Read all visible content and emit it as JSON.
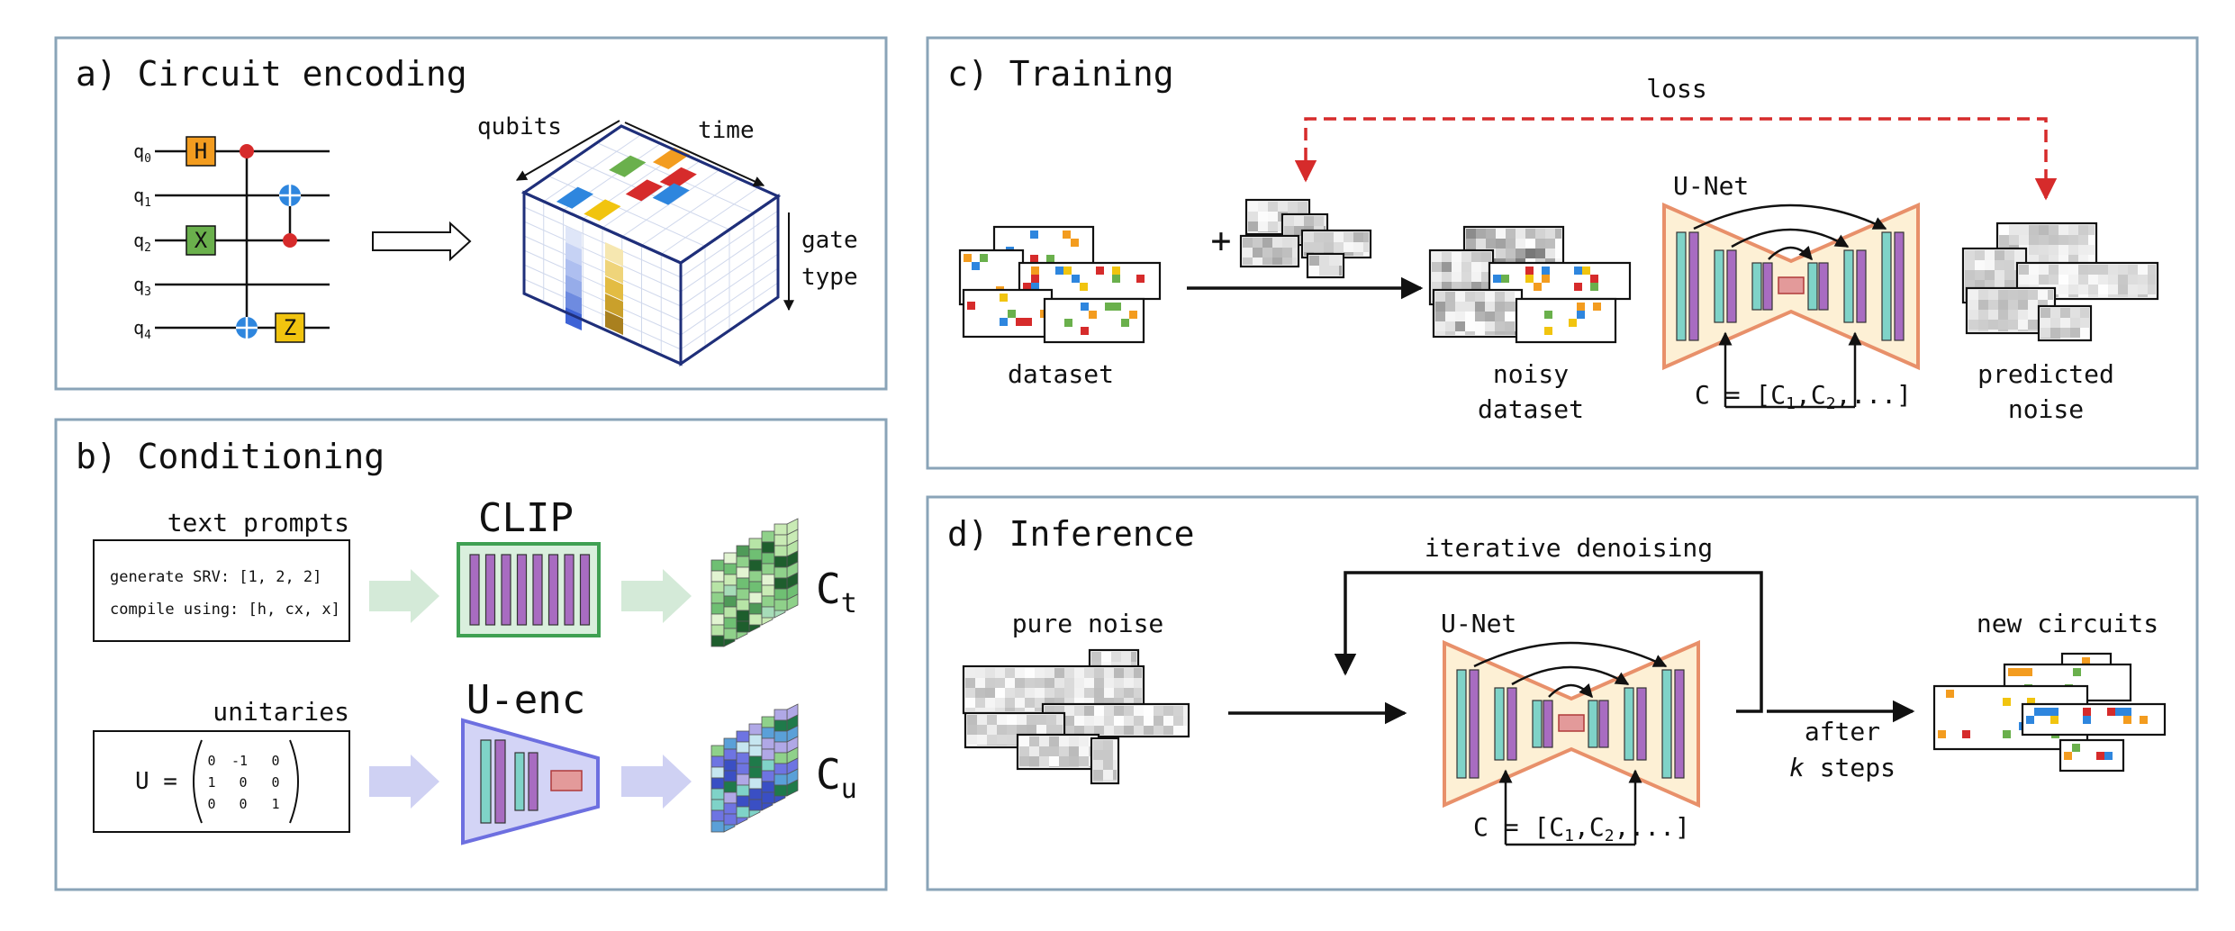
{
  "panels": {
    "a": {
      "title": "a) Circuit encoding",
      "qubits": [
        "q0",
        "q1",
        "q2",
        "q3",
        "q4"
      ],
      "gates": [
        "H",
        "X",
        "Z"
      ],
      "axis_qubits": "qubits",
      "axis_time": "time",
      "axis_gate_type_1": "gate",
      "axis_gate_type_2": "type"
    },
    "b": {
      "title": "b) Conditioning",
      "text_prompts_label": "text prompts",
      "prompt_line_1": "generate SRV: [1, 2, 2]",
      "prompt_line_2": "compile using: [h, cx, x]",
      "clip_label": "CLIP",
      "ct_main": "C",
      "ct_sub": "t",
      "unitaries_label": "unitaries",
      "u_lhs": "U =",
      "matrix": [
        [
          "0",
          "-1",
          "0"
        ],
        [
          "1",
          "0",
          "0"
        ],
        [
          "0",
          "0",
          "1"
        ]
      ],
      "uenc_label": "U-enc",
      "cu_main": "C",
      "cu_sub": "u"
    },
    "c": {
      "title": "c) Training",
      "loss_label": "loss",
      "plus": "+",
      "dataset_label": "dataset",
      "noisy_label_1": "noisy",
      "noisy_label_2": "dataset",
      "unet_label": "U-Net",
      "cond_prefix": "C = [C",
      "cond_s1": "1",
      "cond_mid": ",C",
      "cond_s2": "2",
      "cond_suffix": ",...]",
      "pred_label_1": "predicted",
      "pred_label_2": "noise"
    },
    "d": {
      "title": "d) Inference",
      "iter_label": "iterative denoising",
      "pure_noise_label": "pure noise",
      "unet_label": "U-Net",
      "cond_prefix": "C = [C",
      "cond_s1": "1",
      "cond_mid": ",C",
      "cond_s2": "2",
      "cond_suffix": ",...]",
      "after_label": "after",
      "k_label": "k",
      "steps_label": "steps",
      "new_circuits_label": "new circuits"
    }
  },
  "colors": {
    "panel_border": "#8aa4b8",
    "orange": "#f39c1f",
    "green": "#6ab04c",
    "red": "#d62b2b",
    "blue": "#2e86de",
    "yellow": "#f1c40f",
    "teal": "#7fd3c8",
    "purple": "#a86cc1",
    "navy": "#1f2f7a",
    "unet_fill": "#fdf0d5",
    "unet_stroke": "#e8906a",
    "clip_green": "#3fa052",
    "uenc_blue": "#6d6fe0"
  }
}
